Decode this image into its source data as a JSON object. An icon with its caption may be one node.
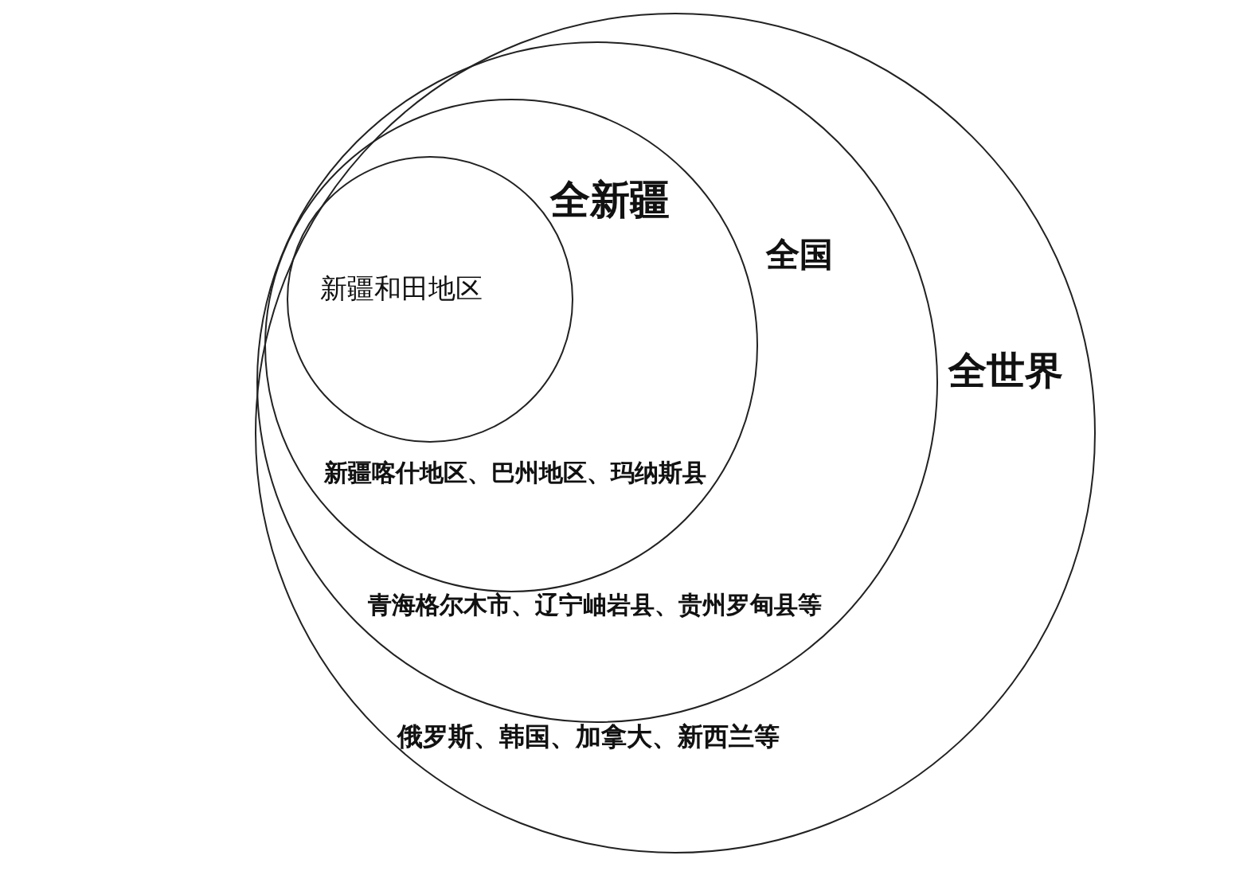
{
  "diagram": {
    "nodes": [
      {
        "text": [
          "全世界",
          "俄罗斯、韩国、加拿大、新西兰等"
        ]
      },
      {
        "text": [
          "全国",
          "青海格尔木市、辽宁岫岩县、贵州罗甸县等"
        ],
        "in": 0
      },
      {
        "text": [
          "全新疆",
          "新疆喀什地区、巴州地区、玛纳斯县"
        ],
        "in": 1
      },
      {
        "text": [
          "新疆和田地区"
        ],
        "in": 2
      }
    ]
  }
}
